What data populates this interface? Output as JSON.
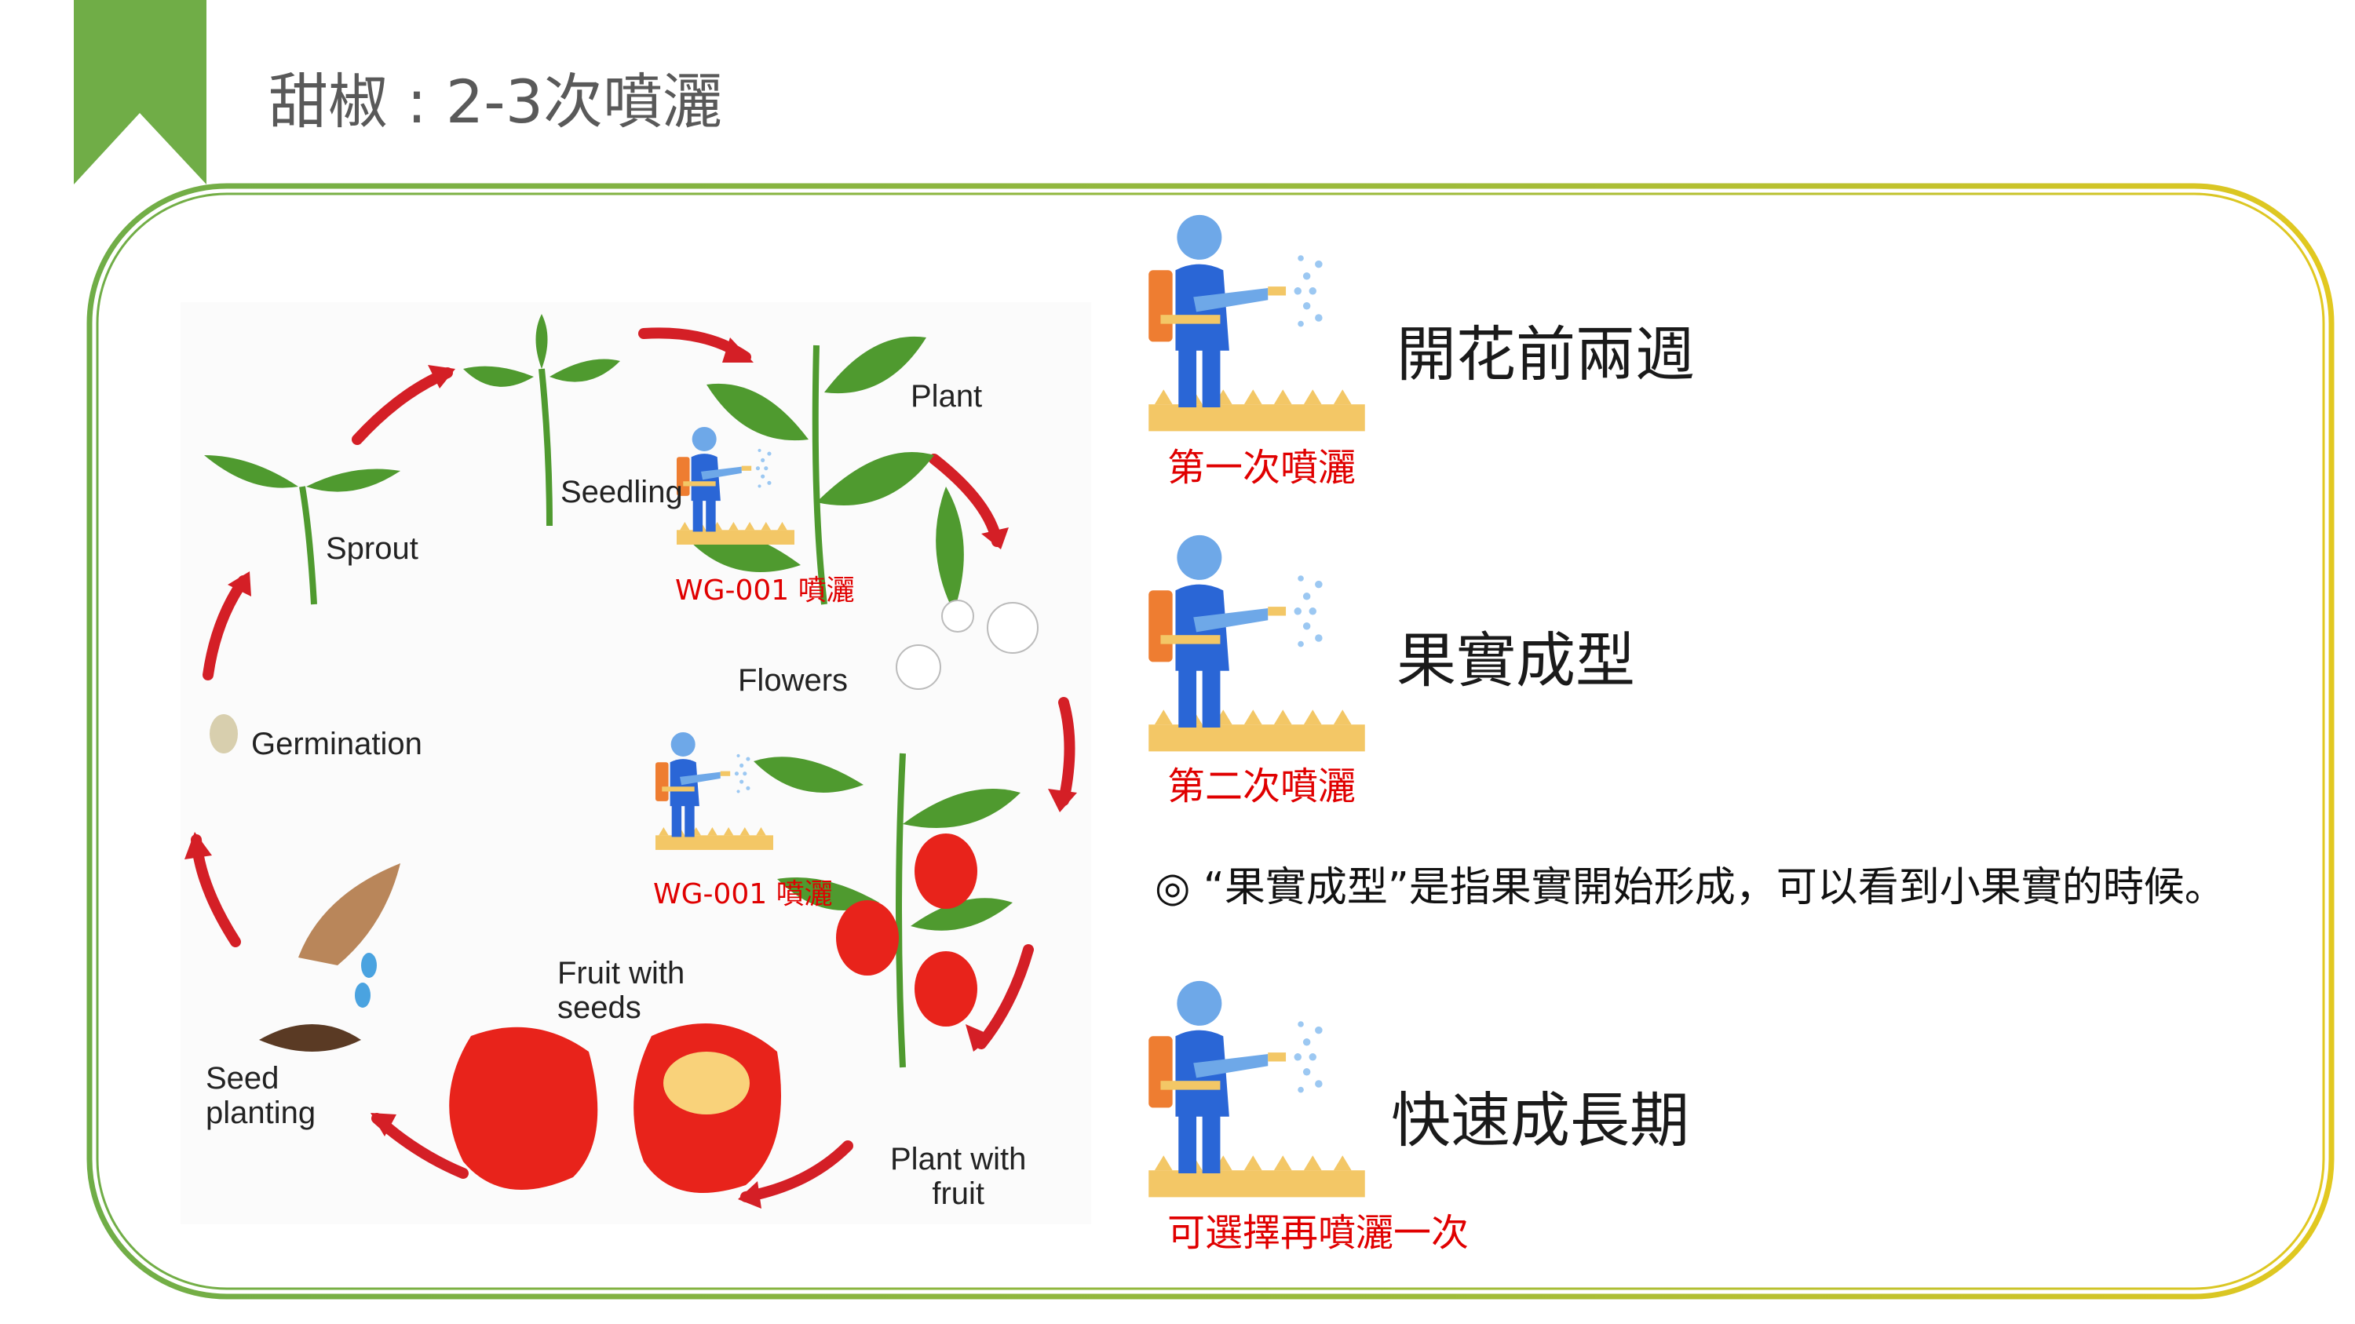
{
  "title": "甜椒 : 2-3次噴灑",
  "colors": {
    "ribbon": "#70ad47",
    "frame_start": "#70ad47",
    "frame_end": "#e2c820",
    "accent_red": "#e00000"
  },
  "lifecycle": {
    "labels": {
      "seedling": "Seedling",
      "plant": "Plant",
      "sprout": "Sprout",
      "flowers": "Flowers",
      "germination": "Germination",
      "fruit_with_seeds_1": "Fruit with",
      "fruit_with_seeds_2": "seeds",
      "seed_planting_1": "Seed",
      "seed_planting_2": "planting",
      "plant_with_fruit_1": "Plant with",
      "plant_with_fruit_2": "fruit"
    },
    "spray_marks": [
      "WG-001 噴灑",
      "WG-001 噴灑"
    ]
  },
  "stages": [
    {
      "name": "開花前兩週",
      "spray": "第一次噴灑",
      "icon": "sprayer-icon"
    },
    {
      "name": "果實成型",
      "spray": "第二次噴灑",
      "icon": "sprayer-icon"
    },
    {
      "name": "快速成長期",
      "spray": "可選擇再噴灑一次",
      "icon": "sprayer-icon"
    }
  ],
  "note": "◎ “果實成型”是指果實開始形成，可以看到小果實的時候。"
}
